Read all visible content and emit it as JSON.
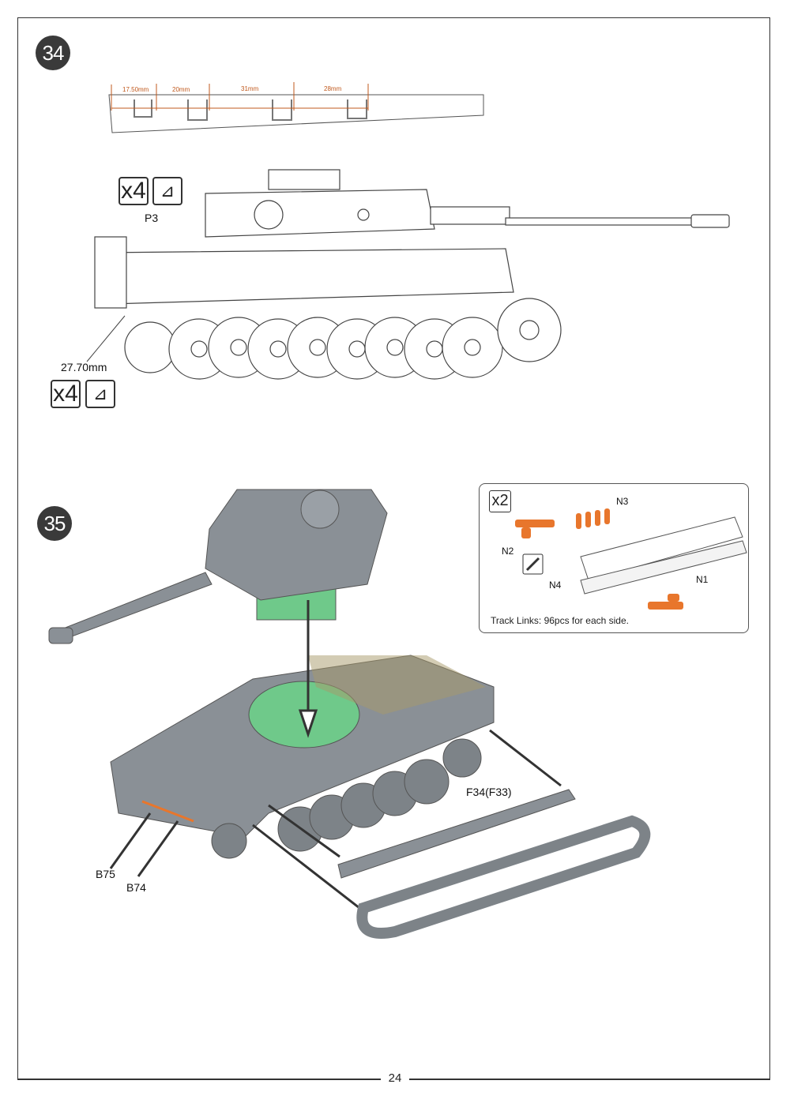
{
  "page_number": "24",
  "steps": [
    {
      "number": "34",
      "dimensions": [
        "17.50mm",
        "20mm",
        "31mm",
        "28mm"
      ],
      "quantity_badges": [
        "x4",
        "x4"
      ],
      "part_labels": [
        "P3"
      ],
      "measurement": "27.70mm"
    },
    {
      "number": "35",
      "part_labels": [
        "F34(F33)",
        "B75",
        "B74"
      ],
      "inset": {
        "quantity": "x2",
        "part_labels": [
          "N3",
          "N2",
          "N4",
          "N1"
        ],
        "caption": "Track Links: 96pcs for each side."
      }
    }
  ],
  "colors": {
    "highlight": "#e8762c",
    "model_gray": "#8a9096",
    "interior_green": "#6fc98a",
    "step_badge": "#3a3a3a"
  }
}
